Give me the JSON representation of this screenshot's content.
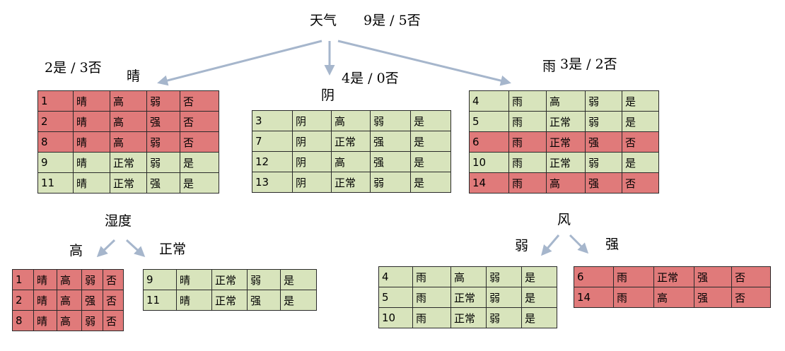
{
  "root": {
    "label": "天气",
    "count": "9是 / 5否"
  },
  "sunny": {
    "label": "晴",
    "count": "2是 / 3否"
  },
  "overcast": {
    "label": "阴",
    "count": "4是 / 0否"
  },
  "rain": {
    "label": "雨",
    "count": "3是 / 2否"
  },
  "humidity": {
    "label": "湿度",
    "high": "高",
    "normal": "正常"
  },
  "wind": {
    "label": "风",
    "weak": "弱",
    "strong": "强"
  },
  "tables": {
    "sunny": [
      [
        "1",
        "晴",
        "高",
        "弱",
        "否"
      ],
      [
        "2",
        "晴",
        "高",
        "强",
        "否"
      ],
      [
        "8",
        "晴",
        "高",
        "弱",
        "否"
      ],
      [
        "9",
        "晴",
        "正常",
        "弱",
        "是"
      ],
      [
        "11",
        "晴",
        "正常",
        "强",
        "是"
      ]
    ],
    "overcast": [
      [
        "3",
        "阴",
        "高",
        "弱",
        "是"
      ],
      [
        "7",
        "阴",
        "正常",
        "强",
        "是"
      ],
      [
        "12",
        "阴",
        "高",
        "强",
        "是"
      ],
      [
        "13",
        "阴",
        "正常",
        "弱",
        "是"
      ]
    ],
    "rain": [
      [
        "4",
        "雨",
        "高",
        "弱",
        "是"
      ],
      [
        "5",
        "雨",
        "正常",
        "弱",
        "是"
      ],
      [
        "6",
        "雨",
        "正常",
        "强",
        "否"
      ],
      [
        "10",
        "雨",
        "正常",
        "弱",
        "是"
      ],
      [
        "14",
        "雨",
        "高",
        "强",
        "否"
      ]
    ],
    "sunny_high": [
      [
        "1",
        "晴",
        "高",
        "弱",
        "否"
      ],
      [
        "2",
        "晴",
        "高",
        "强",
        "否"
      ],
      [
        "8",
        "晴",
        "高",
        "弱",
        "否"
      ]
    ],
    "sunny_normal": [
      [
        "9",
        "晴",
        "正常",
        "弱",
        "是"
      ],
      [
        "11",
        "晴",
        "正常",
        "强",
        "是"
      ]
    ],
    "rain_weak": [
      [
        "4",
        "雨",
        "高",
        "弱",
        "是"
      ],
      [
        "5",
        "雨",
        "正常",
        "弱",
        "是"
      ],
      [
        "10",
        "雨",
        "正常",
        "弱",
        "是"
      ]
    ],
    "rain_strong": [
      [
        "6",
        "雨",
        "正常",
        "强",
        "否"
      ],
      [
        "14",
        "雨",
        "高",
        "强",
        "否"
      ]
    ]
  },
  "colors": {
    "yes": "#d8e4bc",
    "no": "#e07a7a",
    "arrow": "#a6b6cc"
  }
}
